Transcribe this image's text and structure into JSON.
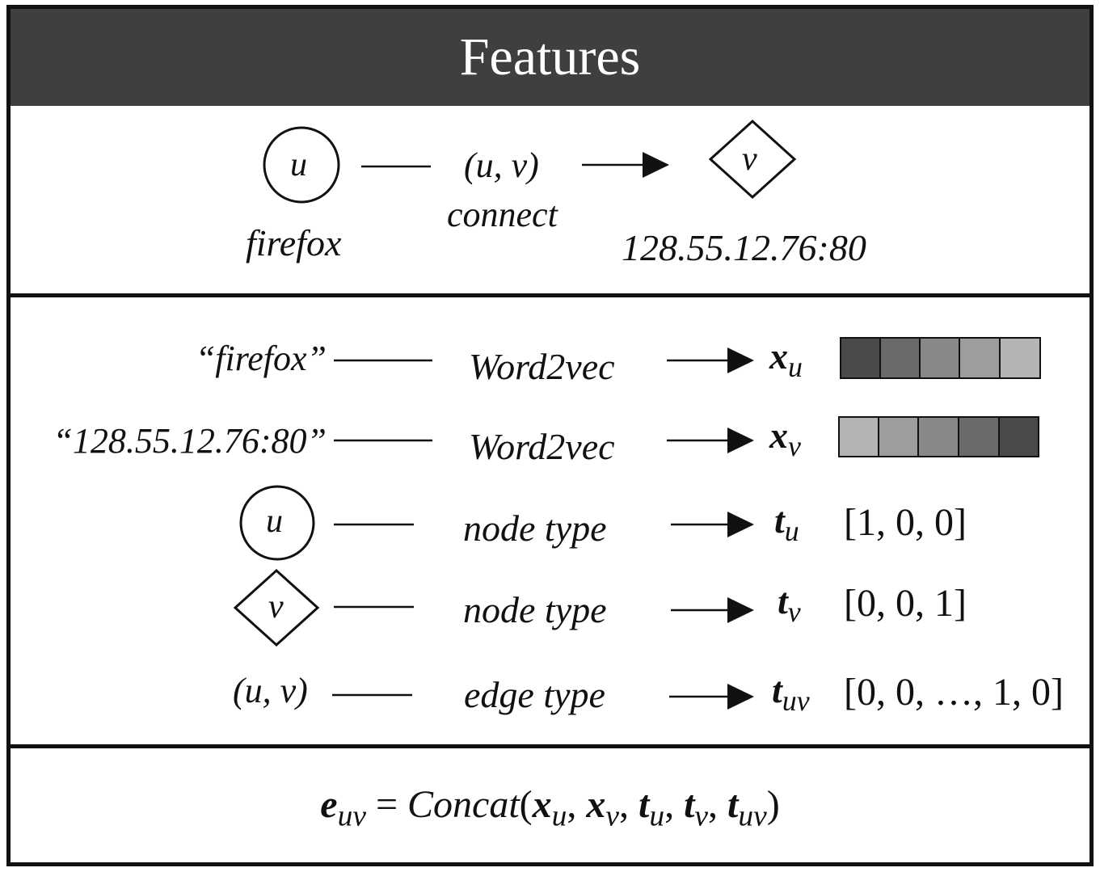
{
  "title": "Features",
  "top": {
    "u_node": "u",
    "u_label": "firefox",
    "edge": "(u, v)",
    "edge_label": "connect",
    "v_node": "v",
    "v_label": "128.55.12.76:80"
  },
  "rows": [
    {
      "input": "“firefox”",
      "method": "Word2vec",
      "symbol": "x",
      "sub": "u"
    },
    {
      "input": "“128.55.12.76:80”",
      "method": "Word2vec",
      "symbol": "x",
      "sub": "v"
    },
    {
      "input": "u",
      "method": "node type",
      "symbol": "t",
      "sub": "u",
      "value": "[1, 0, 0]"
    },
    {
      "input": "v",
      "method": "node type",
      "symbol": "t",
      "sub": "v",
      "value": "[0, 0, 1]"
    },
    {
      "input": "(u, v)",
      "method": "edge type",
      "symbol": "t",
      "sub": "uv",
      "value": "[0, 0, …, 1, 0]"
    }
  ],
  "vectors": {
    "x_u": [
      "#4a4a4a",
      "#6a6a6a",
      "#888888",
      "#9d9d9d",
      "#b4b4b4"
    ],
    "x_v": [
      "#b4b4b4",
      "#9d9d9d",
      "#888888",
      "#6a6a6a",
      "#4a4a4a"
    ]
  },
  "formula": {
    "lhs": "e",
    "lhs_sub": "uv",
    "eq": " = ",
    "func": "Concat",
    "open": "(",
    "close": ")",
    "sep": ", ",
    "args": [
      {
        "sym": "x",
        "sub": "u"
      },
      {
        "sym": "x",
        "sub": "v"
      },
      {
        "sym": "t",
        "sub": "u"
      },
      {
        "sym": "t",
        "sub": "v"
      },
      {
        "sym": "t",
        "sub": "uv"
      }
    ]
  }
}
